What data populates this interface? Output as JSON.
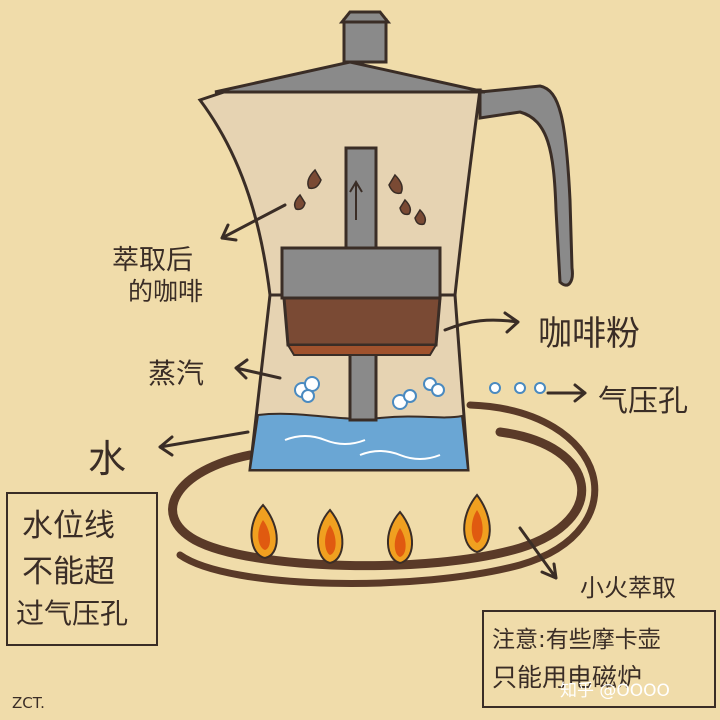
{
  "labels": {
    "extracted_coffee_line1": "萃取后",
    "extracted_coffee_line2": "的咖啡",
    "coffee_powder": "咖啡粉",
    "steam": "蒸汽",
    "air_hole": "气压孔",
    "water": "水",
    "low_heat": "小火萃取"
  },
  "left_note": {
    "lines": [
      "水位线",
      "不能超",
      "过气压孔"
    ]
  },
  "right_note": {
    "lines": [
      "注意:有些摩卡壶",
      "只能用电磁炉"
    ]
  },
  "signature": "ZCT.",
  "watermark": "知乎 @OOOO",
  "colors": {
    "background": "#f0dcaa",
    "metal": "#8a8a8a",
    "outline": "#3a2d26",
    "water": "#6aa6d4",
    "coffee_grounds": "#7a4a34",
    "burner_ring": "#5a3a28",
    "flame": "#f0a020"
  },
  "icons": {
    "steam_puff": "steam-puff-icon",
    "flame": "flame-icon",
    "arrow": "arrow-icon"
  }
}
